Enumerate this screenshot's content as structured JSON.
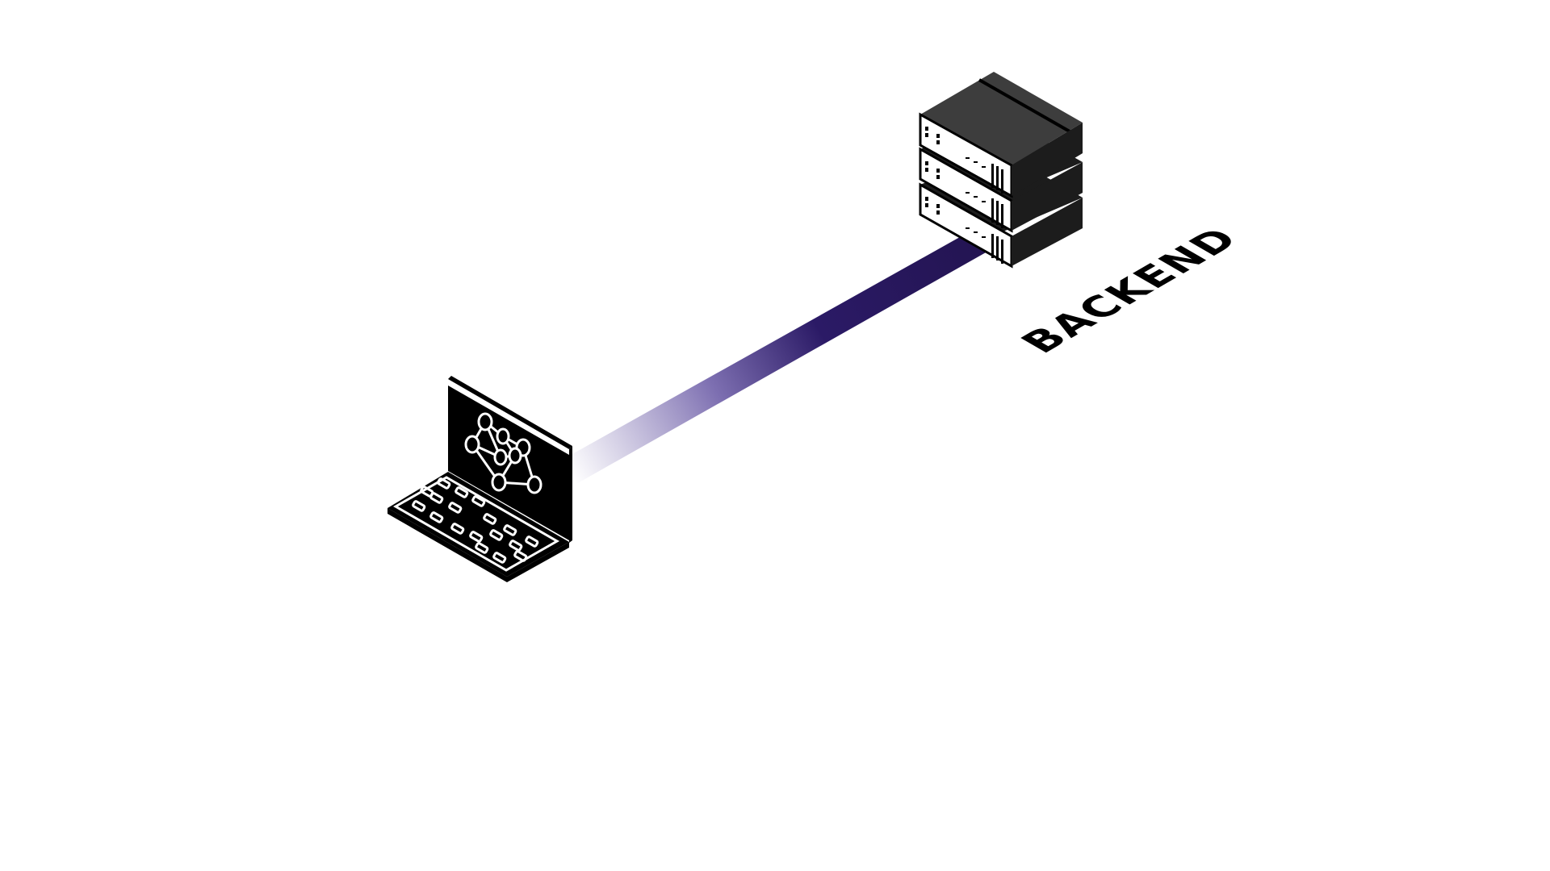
{
  "labels": {
    "backend": "BACKEND"
  },
  "nodes": {
    "client": {
      "icon": "laptop-icon",
      "screen_icon": "network-graph-icon"
    },
    "server": {
      "icon": "server-rack-icon",
      "units": 3
    }
  },
  "connection": {
    "from": "client",
    "to": "server",
    "color_start": "#ffffff",
    "color_end": "#2b1a66"
  },
  "colors": {
    "ink": "#000000",
    "server_top": "#3a3a3a",
    "server_side": "#1c1c1c",
    "background": "#ffffff"
  }
}
